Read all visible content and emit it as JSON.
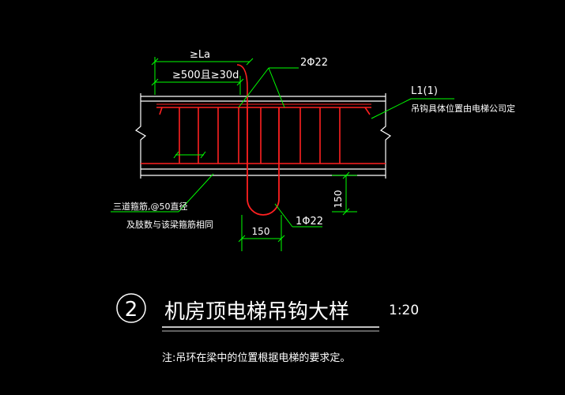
{
  "labels": {
    "anchor_len": "≥La",
    "anchor_min": "≥500且≥30d",
    "top_bars": "2Φ22",
    "beam_id": "L1(1)",
    "hook_note": "吊钩具体位置由电梯公司定",
    "stirrup_note_1": "三道箍筋,@50直径",
    "stirrup_note_2": "及肢数与该梁箍筋相同",
    "hook_bar": "1Φ22",
    "dim_depth": "150",
    "dim_width": "150"
  },
  "title": {
    "number": "2",
    "text": "机房顶电梯吊钩大样",
    "scale": "1:20"
  },
  "footnote": "注:吊环在梁中的位置根据电梯的要求定。",
  "colors": {
    "background": "#000000",
    "beam_lines": "#ffffff",
    "rebar": "#ff2020",
    "dimensions": "#00ff00",
    "text": "#ffffff"
  }
}
